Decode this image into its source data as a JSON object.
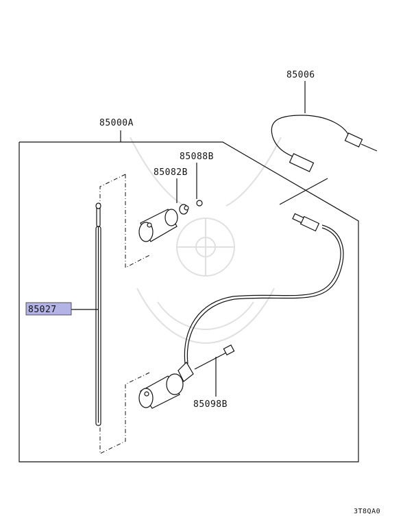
{
  "diagram": {
    "labels": {
      "assembly": "85000A",
      "cable_ext": "85006",
      "washer_a": "85088B",
      "nut": "85082B",
      "rod": "85027",
      "bolt": "85098B"
    },
    "footer_code": "3T8QA0",
    "highlight_color": "#b3b3e6"
  }
}
